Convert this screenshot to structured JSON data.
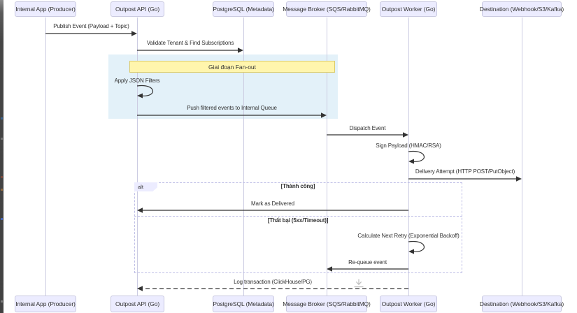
{
  "colors": {
    "actor_fill": "#ECECFF",
    "actor_border": "#C8C8E0",
    "note_fill": "#FFF5AD",
    "note_border": "#DCCB6A",
    "highlight_fill": "#E3F1F9",
    "lifeline": "#CCCCE2",
    "arrow": "#333333",
    "frame_border": "#BEBEE6",
    "text": "#333333"
  },
  "participants": [
    {
      "label": "Internal App (Producer)"
    },
    {
      "label": "Outpost API (Go)"
    },
    {
      "label": "PostgreSQL (Metadata)"
    },
    {
      "label": "Message Broker (SQS/RabbitMQ)"
    },
    {
      "label": "Outpost Worker (Go)"
    },
    {
      "label": "Destination (Webhook/S3/Kafka)"
    }
  ],
  "note": {
    "label": "Giai đoạn Fan-out"
  },
  "alt_frame": {
    "keyword": "alt",
    "success_condition": "[Thành công]",
    "failure_condition": "[Thất bại (5xx/Timeout)]"
  },
  "messages": {
    "publish_event": {
      "label": "Publish Event (Payload + Topic)"
    },
    "validate_tenant": {
      "label": "Validate Tenant & Find Subscriptions"
    },
    "apply_filters": {
      "label": "Apply JSON Filters"
    },
    "push_filtered": {
      "label": "Push filtered events to Internal Queue"
    },
    "dispatch_event": {
      "label": "Dispatch Event"
    },
    "sign_payload": {
      "label": "Sign Payload (HMAC/RSA)"
    },
    "delivery_attempt": {
      "label": "Delivery Attempt (HTTP POST/PutObject)"
    },
    "mark_delivered": {
      "label": "Mark as Delivered"
    },
    "calculate_retry": {
      "label": "Calculate Next Retry (Exponential Backoff)"
    },
    "requeue_event": {
      "label": "Re-queue event"
    },
    "log_transaction": {
      "label": "Log transaction (ClickHouse/PG)"
    }
  }
}
